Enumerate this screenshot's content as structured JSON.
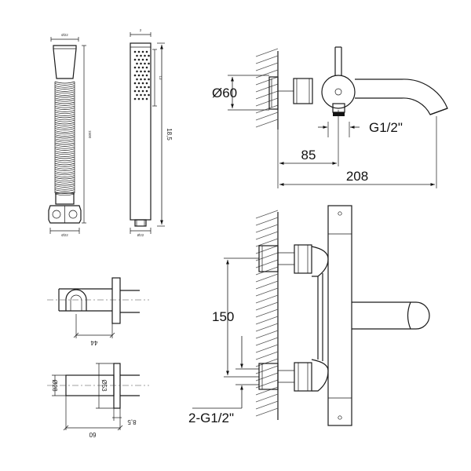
{
  "labels": {
    "diam_60": "Ø60",
    "g12": "G1/2\"",
    "dim_85": "85",
    "dim_208": "208",
    "dim_150": "150",
    "two_g12": "2-G1/2\"",
    "dim_18_5": "18,5",
    "dim_44": "44",
    "diam_28": "Ø28",
    "diam_53": "Ø53",
    "dim_60": "60",
    "dim_8_5": "8,5"
  },
  "tiny_labels": {
    "hose_top": "Ø22",
    "hose_len": "1500",
    "hose_bottom": "Ø22",
    "head_top": "2",
    "head_len": "13",
    "head_bottom": "Ø22"
  }
}
